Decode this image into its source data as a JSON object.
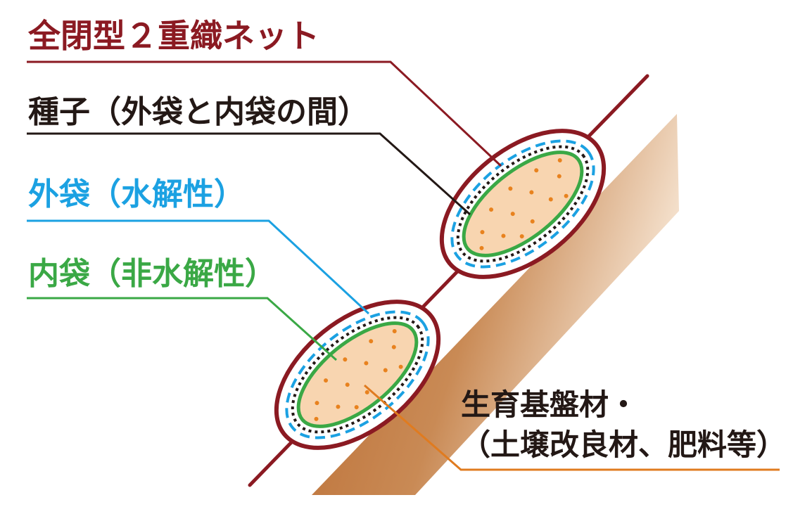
{
  "labels": {
    "net": "全閉型２重織ネット",
    "seed": "種子（外袋と内袋の間）",
    "outer_bag": "外袋（水解性）",
    "inner_bag": "内袋（非水解性）",
    "material_line1": "生育基盤材・",
    "material_line2": "（土壌改良材、肥料等）"
  },
  "colors": {
    "net": "#8b1a22",
    "seed": "#231815",
    "outer_bag": "#1ba1e2",
    "inner_bag": "#3aa845",
    "material": "#e07b1f",
    "slope_dark": "#b8672c",
    "slope_light": "#f4dcc4",
    "fill": "#f8d5b0",
    "dots": "#e8821e"
  }
}
